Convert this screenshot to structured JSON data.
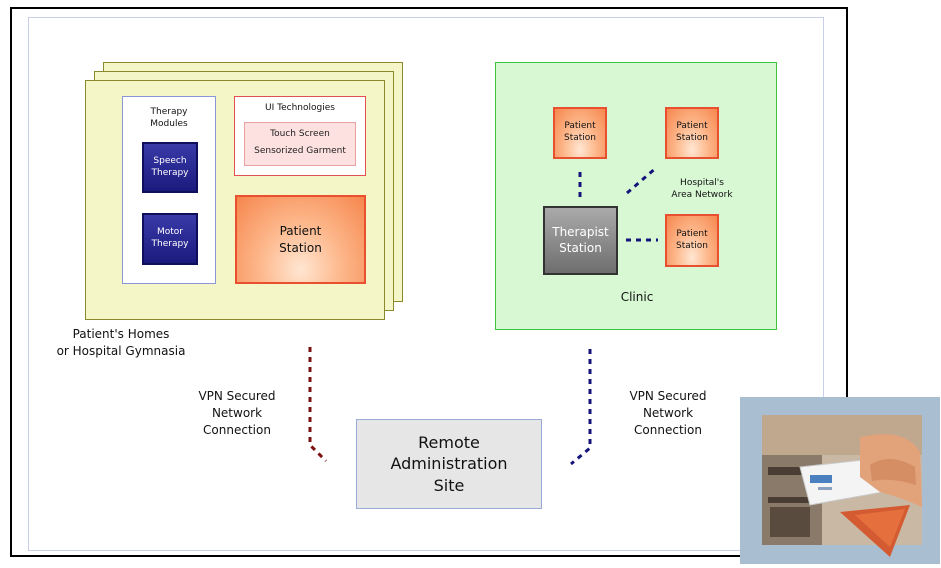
{
  "homes": {
    "caption_line1": "Patient's Homes",
    "caption_line2": "or Hospital Gymnasia",
    "therapy_modules": {
      "title_line1": "Therapy",
      "title_line2": "Modules",
      "speech_line1": "Speech",
      "speech_line2": "Therapy",
      "motor_line1": "Motor",
      "motor_line2": "Therapy"
    },
    "ui_technologies": {
      "title": "UI Technologies",
      "item1": "Touch Screen",
      "item2": "Sensorized Garment"
    },
    "patient_station": {
      "line1": "Patient",
      "line2": "Station"
    }
  },
  "clinic": {
    "caption": "Clinic",
    "network_line1": "Hospital's",
    "network_line2": "Area Network",
    "therapist_line1": "Therapist",
    "therapist_line2": "Station",
    "stations": [
      {
        "line1": "Patient",
        "line2": "Station"
      },
      {
        "line1": "Patient",
        "line2": "Station"
      },
      {
        "line1": "Patient",
        "line2": "Station"
      }
    ]
  },
  "vpn_left": {
    "line1": "VPN Secured",
    "line2": "Network",
    "line3": "Connection"
  },
  "vpn_right": {
    "line1": "VPN Secured",
    "line2": "Network",
    "line3": "Connection"
  },
  "remote": {
    "line1": "Remote",
    "line2": "Administration",
    "line3": "Site"
  },
  "colors": {
    "home_fill": "#f4f6c8",
    "clinic_fill": "#d8f8d4",
    "patient_station_fill": "#f6864d",
    "therapy_module_fill": "#1a1a7e",
    "therapist_station_fill": "#6e6e6e",
    "left_connector": "#7a1010",
    "right_connector": "#14147a"
  },
  "photo": {
    "icon": "card-insert-photo"
  }
}
